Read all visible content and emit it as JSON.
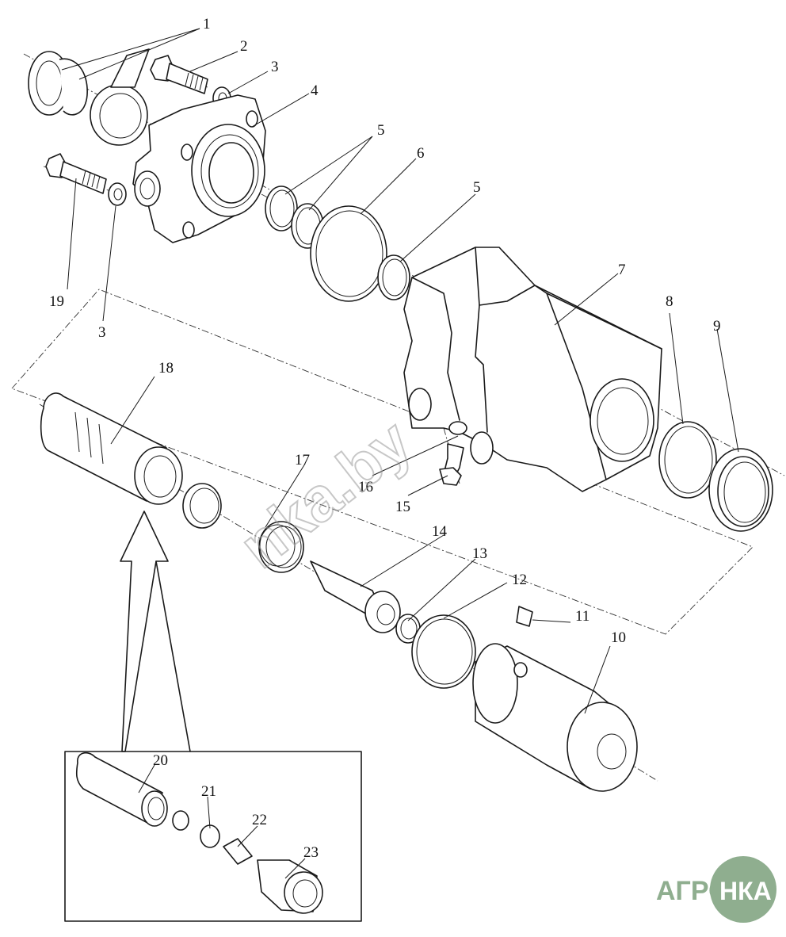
{
  "diagram": {
    "part_numbers": [
      "1",
      "2",
      "3",
      "4",
      "5",
      "6",
      "7",
      "8",
      "9",
      "10",
      "11",
      "12",
      "13",
      "14",
      "15",
      "16",
      "17",
      "18",
      "19",
      "20",
      "21",
      "22",
      "23"
    ],
    "labels": {
      "p1": "1",
      "p2": "2",
      "p3a": "3",
      "p3b": "3",
      "p4": "4",
      "p5a": "5",
      "p5b": "5",
      "p6": "6",
      "p7": "7",
      "p8": "8",
      "p9": "9",
      "p10": "10",
      "p11": "11",
      "p12": "12",
      "p13": "13",
      "p14": "14",
      "p15": "15",
      "p16": "16",
      "p17": "17",
      "p18": "18",
      "p19": "19",
      "p20": "20",
      "p21": "21",
      "p22": "22",
      "p23": "23"
    }
  },
  "watermark": {
    "text": "nka.by"
  },
  "logo": {
    "left": "АГРО",
    "circle": "НКА",
    "color": "#8fae8f"
  }
}
